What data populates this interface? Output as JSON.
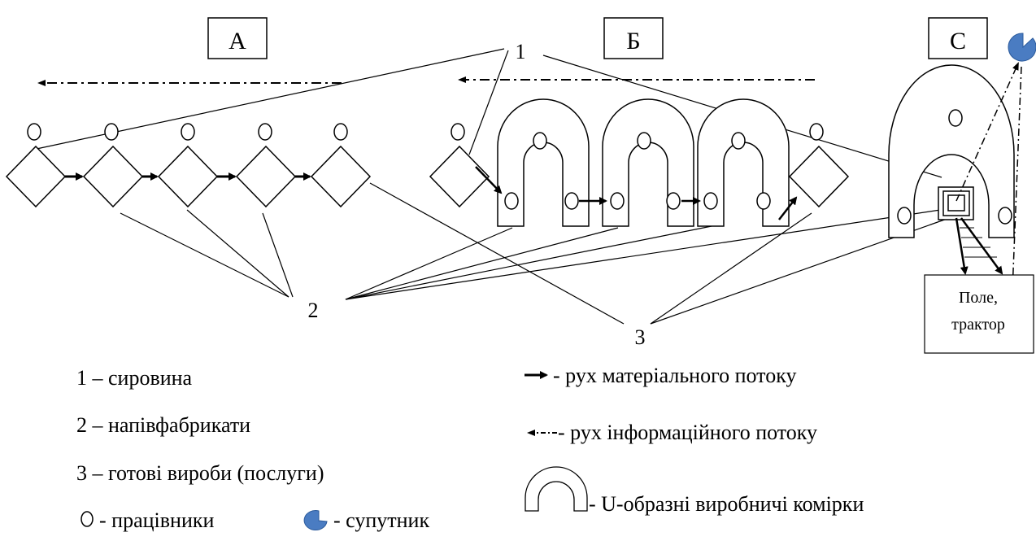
{
  "sections": {
    "a": "А",
    "b": "Б",
    "c": "С"
  },
  "markers": {
    "raw": "1",
    "semi": "2",
    "finished": "3"
  },
  "field_box": {
    "line1": "Поле,",
    "line2": "трактор"
  },
  "legend": {
    "item1": "1 – сировина",
    "item2": "2 – напівфабрикати",
    "item3": "3 – готові вироби (послуги)",
    "workers": "- працівники",
    "satellite": "- супутник",
    "material_flow": "- рух матеріального потоку",
    "info_flow": "- рух інформаційного потоку",
    "u_cells": "- U-образні виробничі комірки"
  },
  "colors": {
    "satellite": "#4a7cc2",
    "ink": "#000000"
  }
}
